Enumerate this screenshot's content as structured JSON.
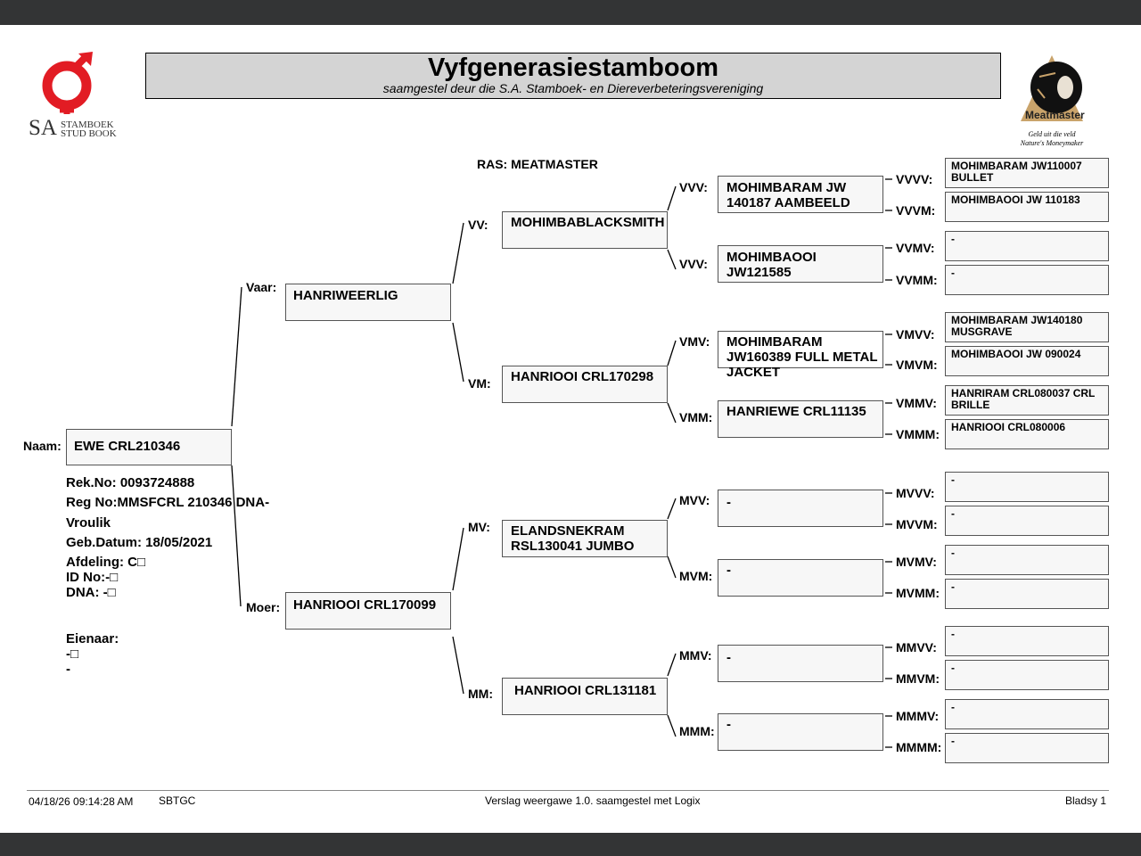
{
  "header": {
    "title": "Vyfgenerasiestamboom",
    "subtitle": "saamgestel deur die S.A. Stamboek- en Diereverbeteringsvereniging",
    "logo_left_sa": "SA",
    "logo_left_line1": "STAMBOEK",
    "logo_left_line2": "STUD BOOK",
    "logo_right_brand": "Meatmaster",
    "logo_right_slogan1": "Geld uit die veld",
    "logo_right_slogan2": "Nature's Moneymaker"
  },
  "breed": "RAS: MEATMASTER",
  "animal": {
    "name_label": "Naam:",
    "name": "EWE CRL210346",
    "rek_no": "Rek.No: 0093724888",
    "reg_no": "Reg No:MMSFCRL 210346 DNA-",
    "sex": "Vroulik",
    "birth_date": "Geb.Datum: 18/05/2021",
    "section": "Afdeling: C□",
    "id_no": "ID No:-□",
    "dna": "DNA: -□",
    "owner_label": "Eienaar:",
    "owner_line1": "-□",
    "owner_line2": "-"
  },
  "gen1": {
    "sire_label": "Vaar:",
    "sire": "HANRIWEERLIG",
    "dam_label": "Moer:",
    "dam": "HANRIOOI CRL170099"
  },
  "gen2": {
    "vv_label": "VV:",
    "vv": "MOHIMBABLACKSMITH",
    "vm_label": "VM:",
    "vm": "HANRIOOI CRL170298",
    "mv_label": "MV:",
    "mv": "ELANDSNEKRAM RSL130041 JUMBO",
    "mm_label": "MM:",
    "mm": "HANRIOOI CRL131181"
  },
  "gen3": {
    "vvv_label": "VVV:",
    "vvv": "MOHIMBARAM JW 140187 AAMBEELD",
    "vvm_label": "VVV:",
    "vvm": "MOHIMBAOOI JW121585",
    "vmv_label": "VMV:",
    "vmv": "MOHIMBARAM JW160389 FULL METAL JACKET",
    "vmm_label": "VMM:",
    "vmm": "HANRIEWE CRL11135",
    "mvv_label": "MVV:",
    "mvv": "-",
    "mvm_label": "MVM:",
    "mvm": "-",
    "mmv_label": "MMV:",
    "mmv": "-",
    "mmm_label": "MMM:",
    "mmm": "-"
  },
  "gen4": {
    "vvvv_label": "VVVV:",
    "vvvv": "MOHIMBARAM JW110007 BULLET",
    "vvvm_label": "VVVM:",
    "vvvm": "MOHIMBAOOI JW 110183",
    "vvmv_label": "VVMV:",
    "vvmv": "-",
    "vvmm_label": "VVMM:",
    "vvmm": "-",
    "vmvv_label": "VMVV:",
    "vmvv": "MOHIMBARAM JW140180 MUSGRAVE",
    "vmvm_label": "VMVM:",
    "vmvm": "MOHIMBAOOI JW 090024",
    "vmmv_label": "VMMV:",
    "vmmv": "HANRIRAM CRL080037 CRL BRILLE",
    "vmmm_label": "VMMM:",
    "vmmm": "HANRIOOI CRL080006",
    "mvvv_label": "MVVV:",
    "mvvv": "-",
    "mvvm_label": "MVVM:",
    "mvvm": "-",
    "mvmv_label": "MVMV:",
    "mvmv": "-",
    "mvmm_label": "MVMM:",
    "mvmm": "-",
    "mmvv_label": "MMVV:",
    "mmvv": "-",
    "mmvm_label": "MMVM:",
    "mmvm": "-",
    "mmmv_label": "MMMV:",
    "mmmv": "-",
    "mmmm_label": "MMMM:",
    "mmmm": "-"
  },
  "footer": {
    "timestamp": "04/18/26 09:14:28 AM",
    "org": "SBTGC",
    "report": "Verslag weergawe 1.0. saamgestel met Logix",
    "page": "Bladsy 1"
  },
  "colors": {
    "title_bar": "#d4d4d4",
    "box_fill": "#f7f7f7",
    "logo_red": "#e21c24",
    "frame": "#333435",
    "meatmaster_gold": "#c9a36b"
  }
}
